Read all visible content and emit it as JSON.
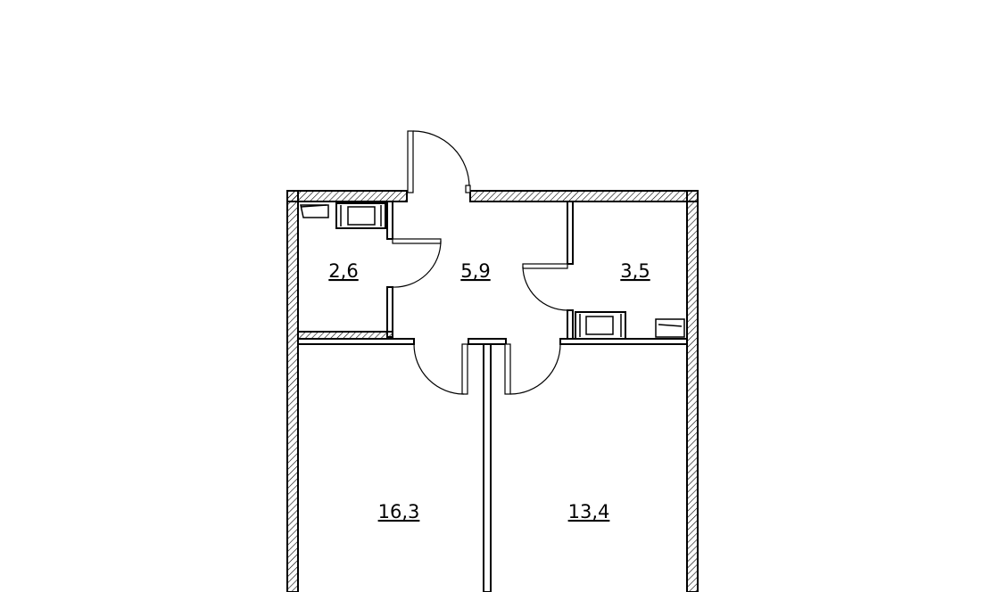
{
  "rooms": {
    "bathroom": "2,6",
    "hall": "5,9",
    "toilet": "3,5",
    "room_left": "16,3",
    "room_right": "13,4"
  }
}
